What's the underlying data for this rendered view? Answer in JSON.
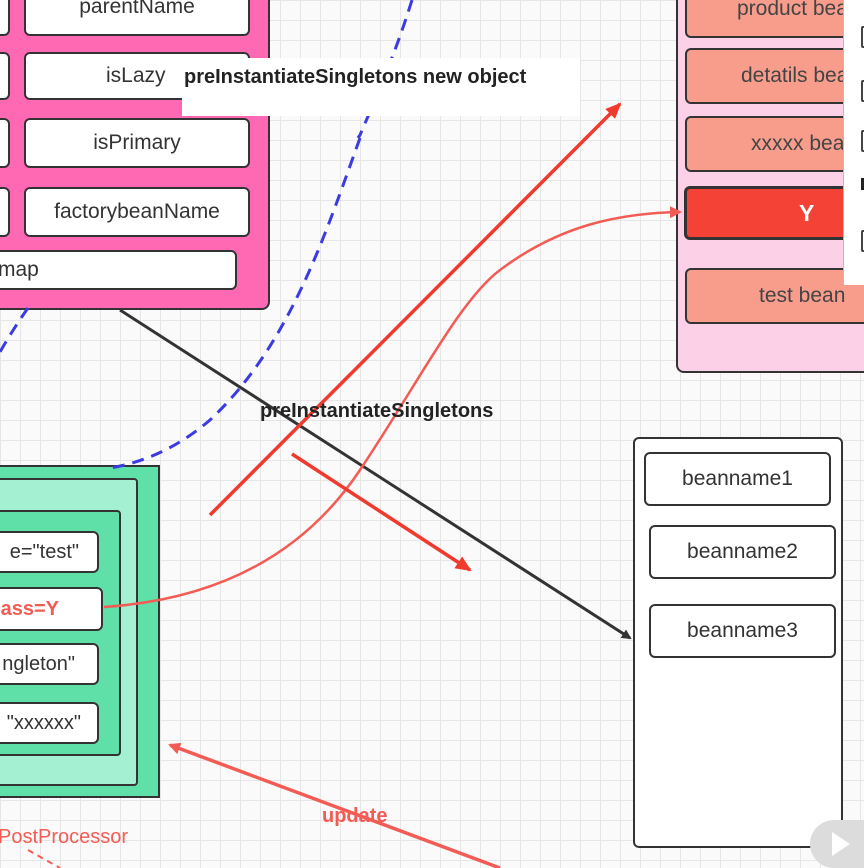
{
  "left_box": {
    "rows": [
      "parentName",
      "isLazy",
      "isPrimary",
      "factorybeanName"
    ],
    "map_label": "map"
  },
  "right_box": {
    "items": [
      "product bean",
      "detatils bean",
      "xxxxx bean",
      "Y",
      "test bean"
    ]
  },
  "green_box": {
    "rows": [
      "e=\"test\"",
      "ass=Y",
      "ngleton\"",
      "\"xxxxxx\""
    ]
  },
  "list_box": {
    "items": [
      "beanname1",
      "beanname2",
      "beanname3"
    ]
  },
  "labels": {
    "new_object": "preInstantiateSingletons new object",
    "pre_instantiate": "preInstantiateSingletons",
    "update": "update",
    "post_processor": "PostProcessor"
  },
  "colors": {
    "pink": "#ff69b4",
    "pink_light": "#fcd0e6",
    "salmon": "#f89c8c",
    "highlight_red": "#f44336",
    "arrow_red": "#f25c54",
    "green": "#5ee0a8",
    "green_light": "#a4f0d2",
    "dash_blue": "#3b3be0",
    "dark": "#333333"
  }
}
